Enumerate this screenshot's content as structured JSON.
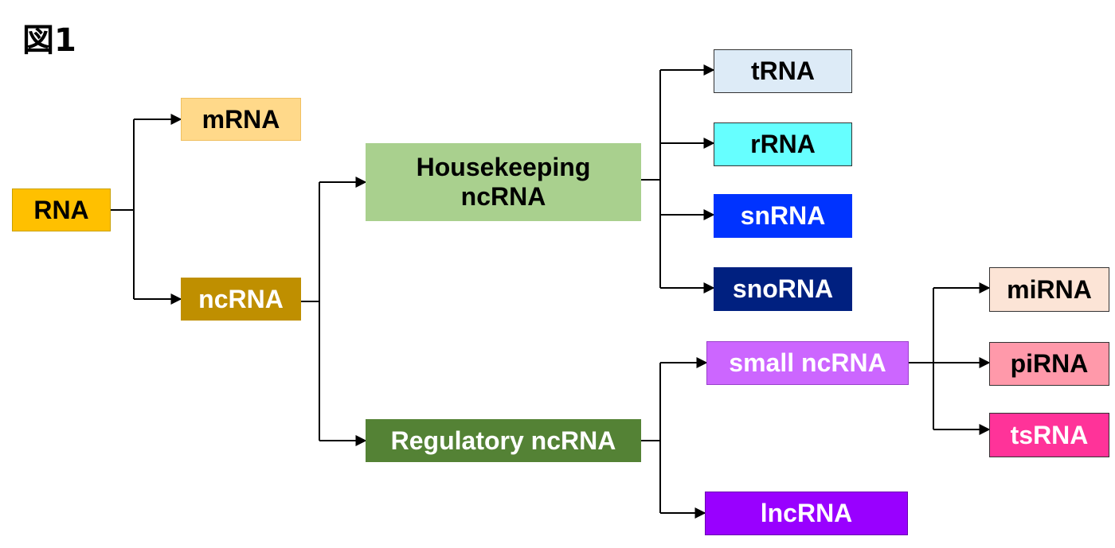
{
  "figure_label": "図1",
  "nodes": {
    "rna": {
      "label": "RNA",
      "fill": "#FFC000",
      "text": "#000000"
    },
    "mrna": {
      "label": "mRNA",
      "fill": "#FFD98A",
      "text": "#000000"
    },
    "ncrna": {
      "label": "ncRNA",
      "fill": "#BF8F00",
      "text": "#FFFFFF"
    },
    "housekeeping": {
      "label": "Housekeeping\nncRNA",
      "fill": "#A9D08E",
      "text": "#000000"
    },
    "regulatory": {
      "label": "Regulatory ncRNA",
      "fill": "#548235",
      "text": "#FFFFFF"
    },
    "trna": {
      "label": "tRNA",
      "fill": "#DDEBF7",
      "text": "#000000"
    },
    "rrna": {
      "label": "rRNA",
      "fill": "#66FFFF",
      "text": "#000000"
    },
    "snrna": {
      "label": "snRNA",
      "fill": "#0033FF",
      "text": "#FFFFFF"
    },
    "snorna": {
      "label": "snoRNA",
      "fill": "#002080",
      "text": "#FFFFFF"
    },
    "small_ncrna": {
      "label": "small ncRNA",
      "fill": "#CC66FF",
      "text": "#FFFFFF"
    },
    "lncrna": {
      "label": "lncRNA",
      "fill": "#9900FF",
      "text": "#FFFFFF"
    },
    "mirna": {
      "label": "miRNA",
      "fill": "#FCE4D6",
      "text": "#000000"
    },
    "pirna": {
      "label": "piRNA",
      "fill": "#FF99AA",
      "text": "#000000"
    },
    "tsrna": {
      "label": "tsRNA",
      "fill": "#FF3399",
      "text": "#FFFFFF"
    }
  },
  "edges": [
    [
      "rna",
      "mrna"
    ],
    [
      "rna",
      "ncrna"
    ],
    [
      "ncrna",
      "housekeeping"
    ],
    [
      "ncrna",
      "regulatory"
    ],
    [
      "housekeeping",
      "trna"
    ],
    [
      "housekeeping",
      "rrna"
    ],
    [
      "housekeeping",
      "snrna"
    ],
    [
      "housekeeping",
      "snorna"
    ],
    [
      "regulatory",
      "small_ncrna"
    ],
    [
      "regulatory",
      "lncrna"
    ],
    [
      "small_ncrna",
      "mirna"
    ],
    [
      "small_ncrna",
      "pirna"
    ],
    [
      "small_ncrna",
      "tsrna"
    ]
  ]
}
